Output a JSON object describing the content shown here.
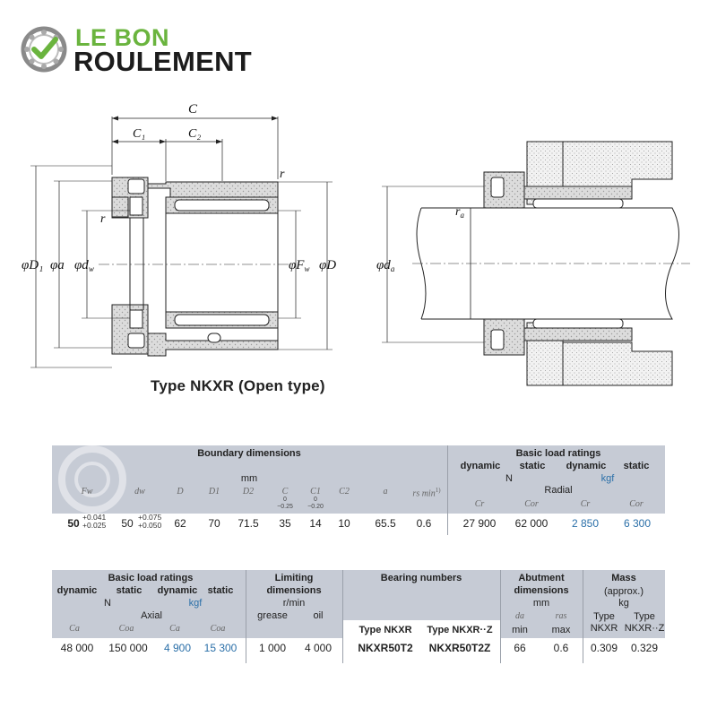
{
  "logo": {
    "line1": "LE BON",
    "line2": "ROULEMENT",
    "accent": "#6ab43e",
    "icon": "bearing-check-icon"
  },
  "drawing": {
    "labels": {
      "C": "C",
      "C1": "C₁",
      "C2": "C₂",
      "r_top": "r",
      "r_left": "r",
      "phiD1": "φD₁",
      "phia": "φa",
      "phidw": "φd",
      "dw_sub": "w",
      "phiFw": "φF",
      "Fw_sub": "w",
      "phiD": "φD",
      "ra": "r",
      "ra_sub": "a",
      "phida": "φd",
      "da_sub": "a"
    },
    "caption": "Type NKXR (Open type)"
  },
  "table1": {
    "boundary_title": "Boundary dimensions",
    "boundary_unit": "mm",
    "load_title": "Basic load ratings",
    "dyn1": "dynamic",
    "stat1": "static",
    "dyn2": "dynamic",
    "stat2": "static",
    "unit_n": "N",
    "unit_kgf": "kgf",
    "radial": "Radial",
    "symbols": {
      "Fw": "Fw",
      "dw": "dw",
      "D": "D",
      "D1": "D1",
      "D2": "D2",
      "C": "C",
      "C1": "C1",
      "C2": "C2",
      "a": "a",
      "rs": "rs min",
      "rs_note": "1)",
      "Cr1": "Cr",
      "Cor1": "Cor",
      "Cr2": "Cr",
      "Cor2": "Cor"
    },
    "tol_C_upper": "0",
    "tol_C_lower": "−0.25",
    "tol_C1_upper": "0",
    "tol_C1_lower": "−0.20",
    "row": {
      "Fw": "50",
      "Fw_tol_upper": "+0.041",
      "Fw_tol_lower": "+0.025",
      "dw": "50",
      "dw_tol_upper": "+0.075",
      "dw_tol_lower": "+0.050",
      "D": "62",
      "D1": "70",
      "D2": "71.5",
      "C": "35",
      "C1": "14",
      "C2": "10",
      "a": "65.5",
      "rs": "0.6",
      "Cr_N": "27 900",
      "Cor_N": "62 000",
      "Cr_kgf": "2 850",
      "Cor_kgf": "6 300"
    }
  },
  "table2": {
    "load_title": "Basic load ratings",
    "dyn1": "dynamic",
    "stat1": "static",
    "dyn2": "dynamic",
    "stat2": "static",
    "unit_n": "N",
    "unit_kgf": "kgf",
    "axial": "Axial",
    "limiting_title": "Limiting",
    "limiting_title2": "dimensions",
    "limiting_unit": "r/min",
    "grease": "grease",
    "oil": "oil",
    "bearing_title": "Bearing numbers",
    "type_nkxr": "Type NKXR",
    "type_nkxrz": "Type NKXR··Z",
    "abutment_title": "Abutment",
    "abutment_title2": "dimensions",
    "abutment_unit": "mm",
    "da_sym": "da",
    "ras_sym": "ras",
    "min": "min",
    "max": "max",
    "mass_title": "Mass",
    "mass_approx": "(approx.)",
    "mass_unit": "kg",
    "mass_type": "Type",
    "mass_nkxr": "NKXR",
    "mass_type2": "Type",
    "mass_nkxrz": "NKXR··Z",
    "symbols": {
      "Ca1": "Ca",
      "Coa1": "Coa",
      "Ca2": "Ca",
      "Coa2": "Coa"
    },
    "row": {
      "Ca_N": "48 000",
      "Coa_N": "150 000",
      "Ca_kgf": "4 900",
      "Coa_kgf": "15 300",
      "grease": "1 000",
      "oil": "4 000",
      "nkxr": "NKXR50T2",
      "nkxrz": "NKXR50T2Z",
      "da_min": "66",
      "ras_max": "0.6",
      "mass_nkxr": "0.309",
      "mass_nkxrz": "0.329"
    }
  },
  "colors": {
    "header_bg": "#c6cbd5",
    "kgf_blue": "#2a6fa8",
    "brand_green": "#6ab43e"
  }
}
